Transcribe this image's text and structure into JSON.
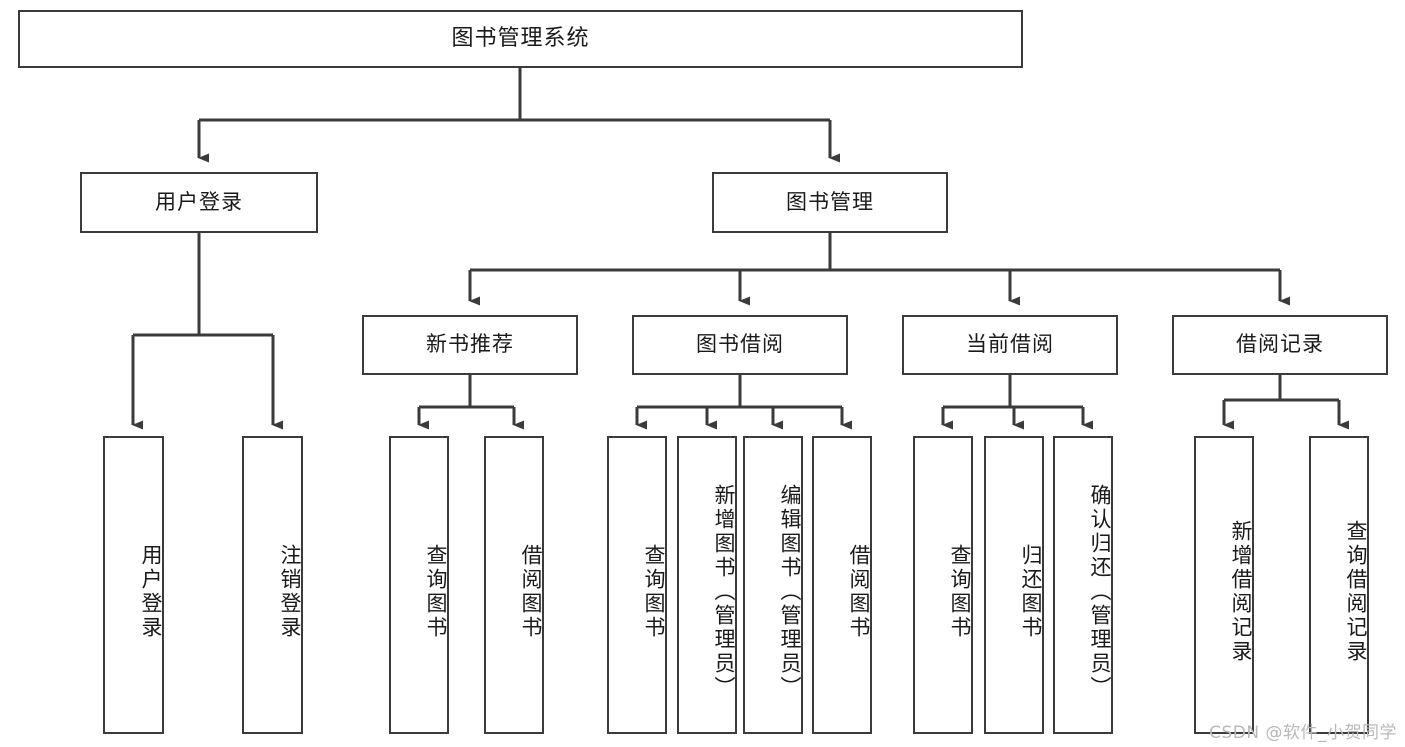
{
  "diagram": {
    "type": "tree-hierarchy-chart",
    "title": "图书管理系统",
    "orientation": "top-down",
    "line_color": "#3b3b3b",
    "box_fill": "#ffffff",
    "text_color": "#1a1a1a"
  },
  "nodes": {
    "root": {
      "label": "图书管理系统",
      "level": 0
    },
    "level1": [
      {
        "id": "user-login",
        "label": "用户登录"
      },
      {
        "id": "book-manage",
        "label": "图书管理"
      }
    ],
    "level2": [
      {
        "id": "new-book-recommend",
        "label": "新书推荐",
        "parent": "book-manage"
      },
      {
        "id": "book-borrow",
        "label": "图书借阅",
        "parent": "book-manage"
      },
      {
        "id": "current-borrow",
        "label": "当前借阅",
        "parent": "book-manage"
      },
      {
        "id": "borrow-record",
        "label": "借阅记录",
        "parent": "book-manage"
      }
    ],
    "leaves": [
      {
        "id": "leaf-user-login",
        "label": "用户登录",
        "parent": "user-login"
      },
      {
        "id": "leaf-logout",
        "label": "注销登录",
        "parent": "user-login"
      },
      {
        "id": "leaf-query-book-1",
        "label": "查询图书",
        "parent": "new-book-recommend"
      },
      {
        "id": "leaf-borrow-book-1",
        "label": "借阅图书",
        "parent": "new-book-recommend"
      },
      {
        "id": "leaf-query-book-2",
        "label": "查询图书",
        "parent": "book-borrow"
      },
      {
        "id": "leaf-add-book",
        "label": "新增图书（管理员）",
        "parent": "book-borrow"
      },
      {
        "id": "leaf-edit-book",
        "label": "编辑图书（管理员）",
        "parent": "book-borrow"
      },
      {
        "id": "leaf-borrow-book-2",
        "label": "借阅图书",
        "parent": "book-borrow"
      },
      {
        "id": "leaf-query-book-3",
        "label": "查询图书",
        "parent": "current-borrow"
      },
      {
        "id": "leaf-return-book",
        "label": "归还图书",
        "parent": "current-borrow"
      },
      {
        "id": "leaf-confirm-return",
        "label": "确认归还（管理员）",
        "parent": "current-borrow"
      },
      {
        "id": "leaf-add-record",
        "label": "新增借阅记录",
        "parent": "borrow-record"
      },
      {
        "id": "leaf-query-record",
        "label": "查询借阅记录",
        "parent": "borrow-record"
      }
    ]
  },
  "watermark": {
    "text": "CSDN @软件_小贺同学"
  }
}
